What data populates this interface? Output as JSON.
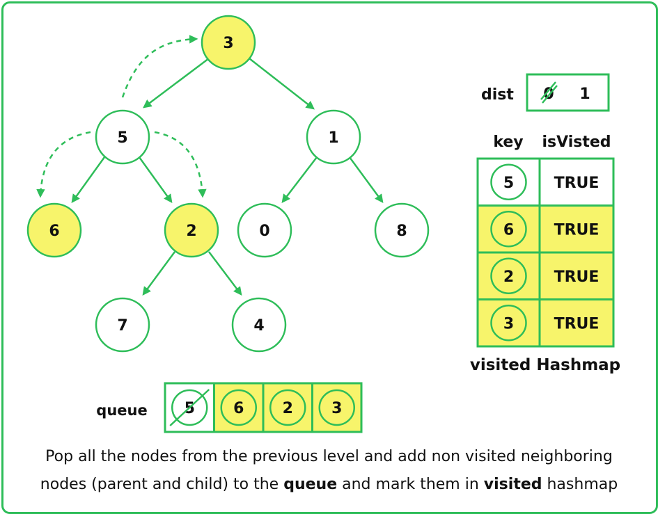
{
  "colors": {
    "green": "#2ebd59",
    "highlight": "#f7f46b",
    "text": "#111111"
  },
  "tree": {
    "nodes": [
      {
        "id": "n3",
        "label": "3",
        "highlight": true
      },
      {
        "id": "n5",
        "label": "5",
        "highlight": false
      },
      {
        "id": "n1",
        "label": "1",
        "highlight": false
      },
      {
        "id": "n6",
        "label": "6",
        "highlight": true
      },
      {
        "id": "n2",
        "label": "2",
        "highlight": true
      },
      {
        "id": "n0",
        "label": "0",
        "highlight": false
      },
      {
        "id": "n8",
        "label": "8",
        "highlight": false
      },
      {
        "id": "n7",
        "label": "7",
        "highlight": false
      },
      {
        "id": "n4",
        "label": "4",
        "highlight": false
      }
    ]
  },
  "dist": {
    "label": "dist",
    "old_value": "0",
    "value": "1"
  },
  "hashmap": {
    "title": "visited Hashmap",
    "col_key": "key",
    "col_value": "isVisted",
    "rows": [
      {
        "key": "5",
        "value": "TRUE",
        "highlight": false
      },
      {
        "key": "6",
        "value": "TRUE",
        "highlight": true
      },
      {
        "key": "2",
        "value": "TRUE",
        "highlight": true
      },
      {
        "key": "3",
        "value": "TRUE",
        "highlight": true
      }
    ]
  },
  "queue": {
    "label": "queue",
    "items": [
      {
        "value": "5",
        "popped": true
      },
      {
        "value": "6",
        "popped": false
      },
      {
        "value": "2",
        "popped": false
      },
      {
        "value": "3",
        "popped": false
      }
    ]
  },
  "caption": {
    "line1": "Pop all the nodes from the previous level and add non visited neighboring",
    "line2_a": "nodes (parent and child) to the ",
    "line2_b": "queue",
    "line2_c": " and mark them in ",
    "line2_d": "visited",
    "line2_e": " hashmap"
  }
}
